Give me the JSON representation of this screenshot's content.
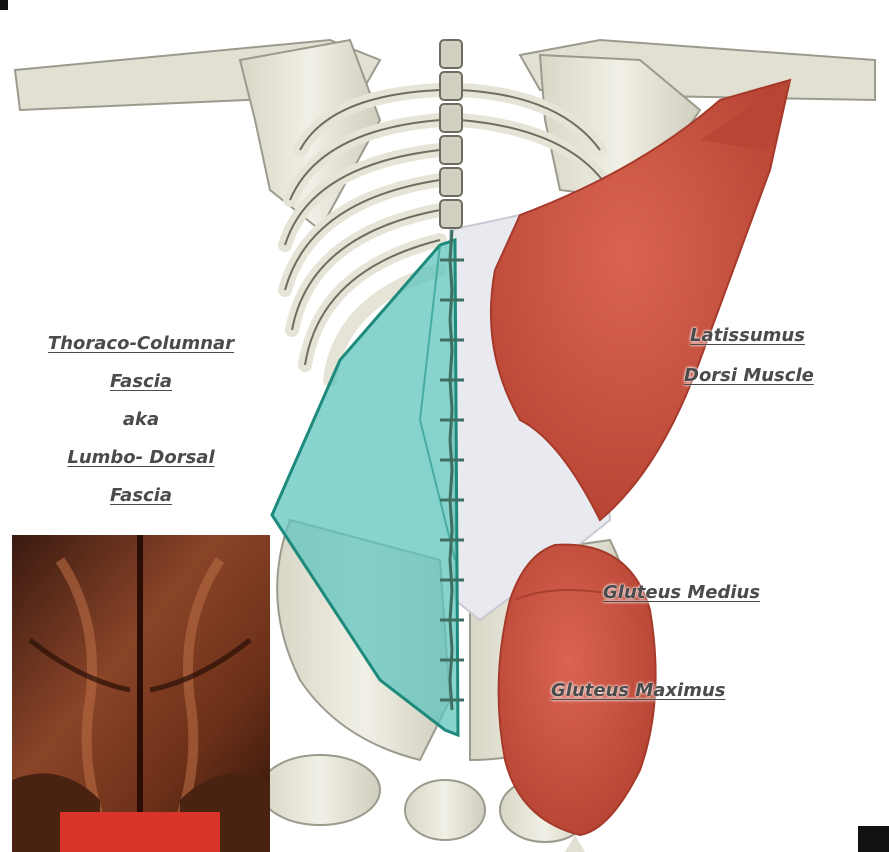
{
  "labels": {
    "thoraco_line1": "Thoraco-Columnar",
    "thoraco_line2": "Fascia",
    "aka": "aka",
    "lumbo_line1": "Lumbo- Dorsal",
    "lumbo_line2": "Fascia",
    "latissimus_line1": "Latissumus",
    "latissimus_line2": "Dorsi Muscle",
    "gluteus_medius": "Gluteus Medius",
    "gluteus_maximus": "Gluteus Maximus"
  },
  "colors": {
    "bone": "#ecebdf",
    "bone_shadow": "#9c9a8c",
    "muscle": "#c8503f",
    "fascia": "#5fc4bd",
    "fascia_edge": "#1e8a7c",
    "skin_photo": "#7a3a22",
    "label_text": "#4b4b4b"
  }
}
